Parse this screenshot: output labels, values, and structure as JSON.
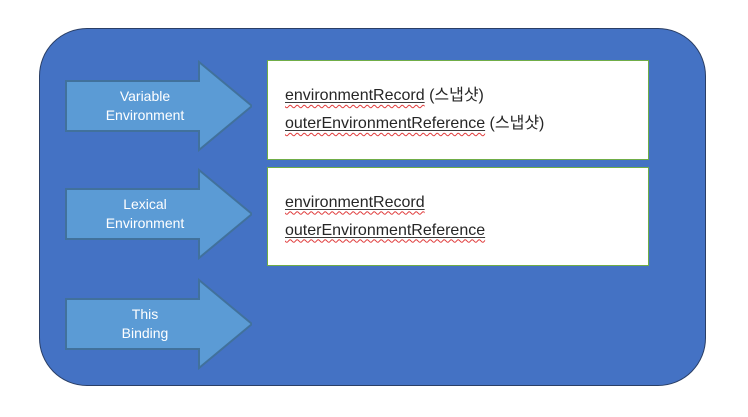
{
  "arrows": [
    {
      "label_line1": "Variable",
      "label_line2": "Environment"
    },
    {
      "label_line1": "Lexical",
      "label_line2": "Environment"
    },
    {
      "label_line1": "This",
      "label_line2": "Binding"
    }
  ],
  "boxes": [
    {
      "lines": [
        {
          "term": "environmentRecord",
          "suffix": " (스냅샷)"
        },
        {
          "term": "outerEnvironmentReference",
          "suffix": " (스냅샷)"
        }
      ]
    },
    {
      "lines": [
        {
          "term": "environmentRecord",
          "suffix": ""
        },
        {
          "term": "outerEnvironmentReference",
          "suffix": ""
        }
      ]
    }
  ],
  "colors": {
    "slide_background": "#ffffff",
    "panel_fill": "#4472C4",
    "panel_border": "#2a3f66",
    "arrow_fill": "#5B9BD5",
    "arrow_border": "#41719C",
    "arrow_text": "#ffffff",
    "box_fill": "#ffffff",
    "box_border": "#70AD47",
    "box_text": "#262626",
    "spellcheck_underline": "#e03a3a",
    "term_underline": "#3b3b3b"
  }
}
